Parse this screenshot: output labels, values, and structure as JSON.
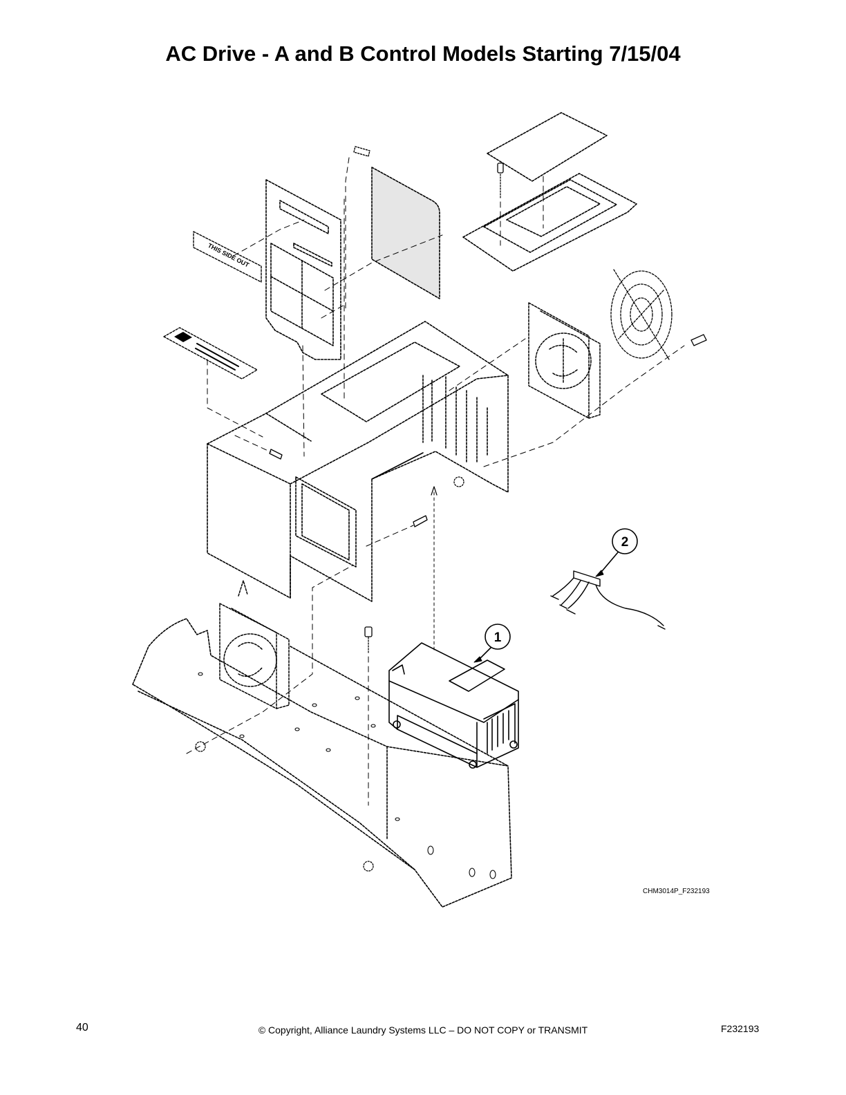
{
  "title": "AC Drive - A and B Control Models Starting 7/15/04",
  "diagram": {
    "reference_code": "CHM3014P_F232193",
    "callouts": [
      "1",
      "2"
    ],
    "label_text": "THIS SIDE OUT"
  },
  "footer": {
    "page_number": "40",
    "copyright": "© Copyright, Alliance Laundry Systems LLC – DO NOT COPY or TRANSMIT",
    "document_id": "F232193"
  }
}
